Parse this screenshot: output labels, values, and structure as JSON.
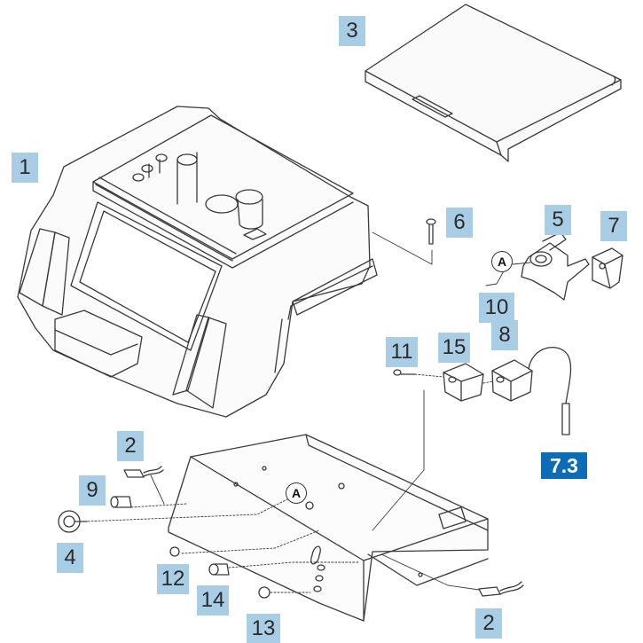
{
  "callouts": {
    "c1": "1",
    "c2a": "2",
    "c2b": "2",
    "c3": "3",
    "c4": "4",
    "c5": "5",
    "c6": "6",
    "c7": "7",
    "c8": "8",
    "c9": "9",
    "c10": "10",
    "c11": "11",
    "c12": "12",
    "c13": "13",
    "c14": "14",
    "c15": "15"
  },
  "reference": {
    "label": "7.3",
    "color": "#0c6cb6"
  },
  "markers": {
    "a_top": "A",
    "a_tray": "A"
  },
  "colors": {
    "callout_bg": "#a9cde5",
    "line": "#333333"
  }
}
